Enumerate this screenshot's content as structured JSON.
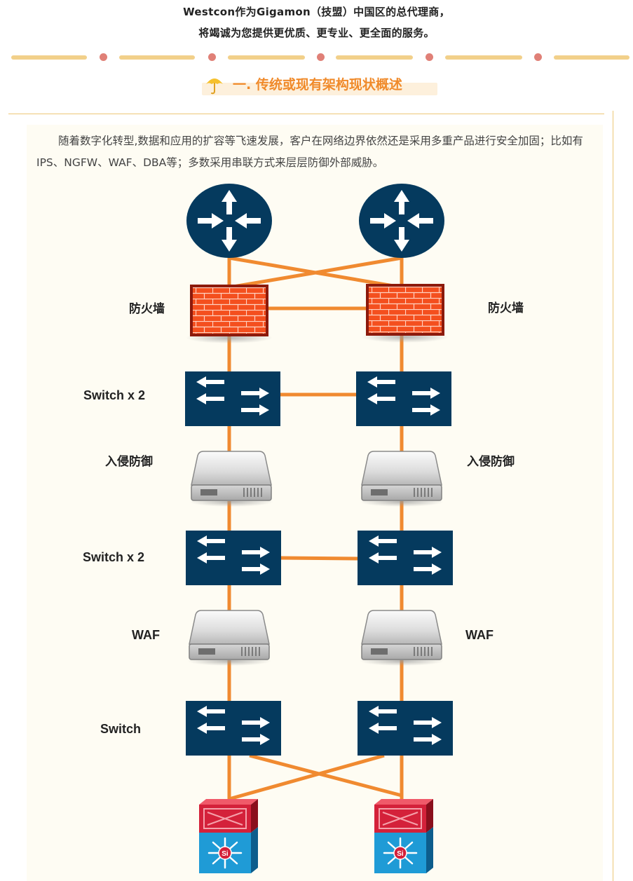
{
  "header": {
    "line1": "Westcon作为Gigamon（技盟）中国区的总代理商，",
    "line2": "将竭诚为您提供更优质、更专业、更全面的服务。"
  },
  "section": {
    "title": "一. 传统或现有架构现状概述",
    "icon": "umbrella-icon"
  },
  "intro": "随着数字化转型,数据和应用的扩容等飞速发展，客户在网络边界依然还是采用多重产品进行安全加固；比如有IPS、NGFW、WAF、DBA等；多数采用串联方式来层层防御外部威胁。",
  "diagram": {
    "labels": {
      "firewall_left": "防火墙",
      "firewall_right": "防火墙",
      "switch1": "Switch x 2",
      "ips_left": "入侵防御",
      "ips_right": "入侵防御",
      "switch2": "Switch x 2",
      "waf_left": "WAF",
      "waf_right": "WAF",
      "switch3": "Switch"
    },
    "core_switch_badge": "Si"
  },
  "colors": {
    "link": "#f08a30",
    "device_navy": "#053a5e",
    "firewall_red": "#f04a1a",
    "accent_orange": "#f08a2a",
    "dash_yellow": "#f2d08a",
    "dot_pink": "#e08077",
    "content_bg": "#fefcf3"
  }
}
